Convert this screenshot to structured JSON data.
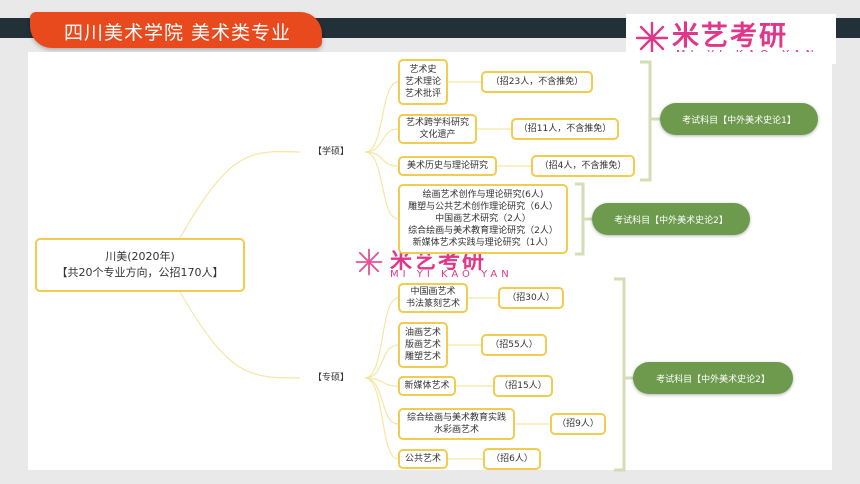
{
  "header": {
    "title": "四川美术学院  美术类专业",
    "logo_cn": "米艺考研",
    "logo_en": "MI YI KAO YAN"
  },
  "root": {
    "lines": [
      "川美(2020年)",
      "【共20个专业方向，公招170人】"
    ]
  },
  "branches": {
    "xueshuo": "【学硕】",
    "zhuanshuo": "【专硕】"
  },
  "xueshuo_nodes": [
    {
      "lines": [
        "艺术史",
        "艺术理论",
        "艺术批评"
      ],
      "quota": "（招23人，不含推免）"
    },
    {
      "lines": [
        "艺术跨学科研究",
        "文化遗产"
      ],
      "quota": "（招11人，不含推免）"
    },
    {
      "lines": [
        "美术历史与理论研究"
      ],
      "quota": "（招4人，不含推免）"
    },
    {
      "lines": [
        "绘画艺术创作与理论研究(6人)",
        "雕塑与公共艺术创作理论研究（6人）",
        "中国画艺术研究（2人）",
        "综合绘画与美术教育理论研究（2人）",
        "新媒体艺术实践与理论研究（1人）"
      ]
    }
  ],
  "zhuanshuo_nodes": [
    {
      "lines": [
        "中国画艺术",
        "书法篆刻艺术"
      ],
      "quota": "（招30人）"
    },
    {
      "lines": [
        "油画艺术",
        "版画艺术",
        "雕塑艺术"
      ],
      "quota": "（招55人）"
    },
    {
      "lines": [
        "新媒体艺术"
      ],
      "quota": "（招15人）"
    },
    {
      "lines": [
        "综合绘画与美术教育实践",
        "水彩画艺术"
      ],
      "quota": "（招9人）"
    },
    {
      "lines": [
        "公共艺术"
      ],
      "quota": "（招6人）"
    }
  ],
  "exams": [
    "考试科目【中外美术史论1】",
    "考试科目【中外美术史论2】",
    "考试科目【中外美术史论2】"
  ],
  "colors": {
    "accent": "#e84a1e",
    "dark": "#223038",
    "node_border": "#f0cc50",
    "pill": "#6d9a4d",
    "bracket": "#d3ddb6",
    "brand": "#e0378a"
  }
}
